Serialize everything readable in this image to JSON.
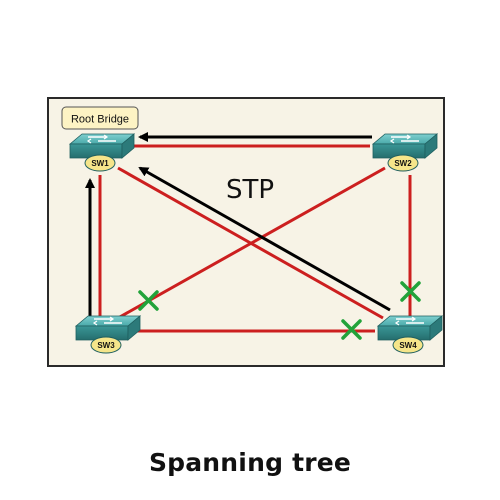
{
  "diagram": {
    "protocol_label": "STP",
    "root_bridge_label": "Root Bridge",
    "switches": [
      {
        "id": "sw1",
        "label": "SW1"
      },
      {
        "id": "sw2",
        "label": "SW2"
      },
      {
        "id": "sw3",
        "label": "SW3"
      },
      {
        "id": "sw4",
        "label": "SW4"
      }
    ],
    "links": [
      {
        "from": "sw1",
        "to": "sw2",
        "state": "forwarding"
      },
      {
        "from": "sw1",
        "to": "sw3",
        "state": "forwarding"
      },
      {
        "from": "sw1",
        "to": "sw4",
        "state": "forwarding"
      },
      {
        "from": "sw2",
        "to": "sw3",
        "state": "blocked"
      },
      {
        "from": "sw2",
        "to": "sw4",
        "state": "blocked"
      },
      {
        "from": "sw3",
        "to": "sw4",
        "state": "blocked"
      }
    ],
    "colors": {
      "link": "#cc1f1f",
      "arrow": "#000000",
      "blocked_mark": "#22a33a",
      "switch_body": "#3d9c9c",
      "label_badge": "#f5e58a",
      "root_tag": "#fdf3c4",
      "background": "#f7f3e6"
    }
  },
  "caption": "Spanning tree"
}
